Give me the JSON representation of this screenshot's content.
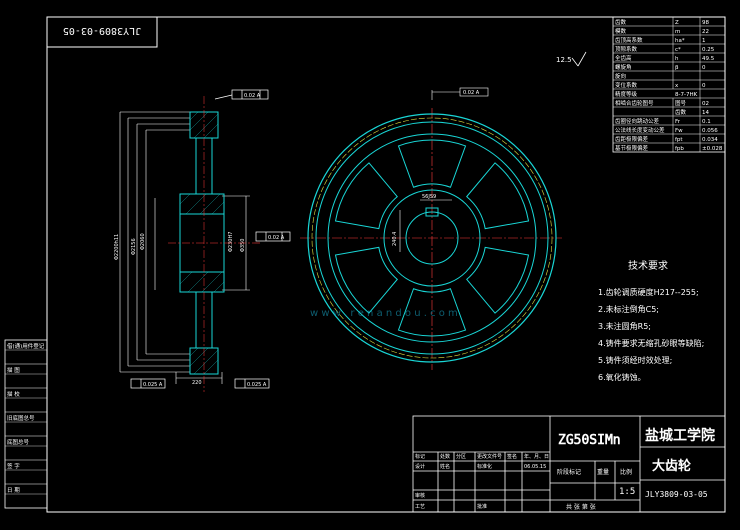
{
  "drawing_code_rotated": "JLY3809-03-05",
  "params_table": [
    {
      "name": "齿数",
      "sym": "Z",
      "val": "98"
    },
    {
      "name": "模数",
      "sym": "m",
      "val": "22"
    },
    {
      "name": "齿顶高系数",
      "sym": "ha*",
      "val": "1"
    },
    {
      "name": "顶隙系数",
      "sym": "c*",
      "val": "0.25"
    },
    {
      "name": "全齿高",
      "sym": "h",
      "val": "49.5"
    },
    {
      "name": "螺旋角",
      "sym": "β",
      "val": "0"
    },
    {
      "name": "旋向",
      "sym": "",
      "val": ""
    },
    {
      "name": "变位系数",
      "sym": "x",
      "val": "0"
    },
    {
      "name": "精度等级",
      "sym": "",
      "val": "8-7-7HK"
    },
    {
      "name": "相啮合齿轮图号",
      "sym": "图号",
      "val": "02"
    },
    {
      "name": "",
      "sym": "齿数",
      "val": "14"
    },
    {
      "name": "齿圈径向跳动公差",
      "sym": "Fr",
      "val": "0.1"
    },
    {
      "name": "公法线长度变动公差",
      "sym": "Fw",
      "val": "0.056"
    },
    {
      "name": "齿距极限偏差",
      "sym": "fpt",
      "val": "0.034"
    },
    {
      "name": "基节极限偏差",
      "sym": "fpb",
      "val": "±0.028"
    }
  ],
  "tech_req_title": "技术要求",
  "tech_req": [
    "1.齿轮调质硬度H217--255;",
    "2.未标注倒角C5;",
    "3.未注圆角R5;",
    "4.铸件要求无缩孔砂眼等缺陷;",
    "5.铸件须经时效处理;",
    "6.氧化铸蚀。"
  ],
  "title_block": {
    "material": "ZG50SIMn",
    "school": "盐城工学院",
    "part_name": "大齿轮",
    "drawing_no": "JLY3809-03-05",
    "scale": "1:5",
    "row_labels_1": [
      "标记",
      "处数",
      "分区",
      "更改文件号",
      "签名",
      "年、月、日"
    ],
    "row_labels_2": [
      "设计",
      "姓名",
      "",
      "标准化",
      "",
      "06.05.15"
    ],
    "row_labels_3": [
      "审核"
    ],
    "row_labels_4": [
      "工艺",
      "",
      "",
      "批准"
    ],
    "stage_labels": [
      "阶段标记",
      "重量",
      "比例"
    ],
    "sheet_text": "共   张   第   张"
  },
  "left_strip": [
    "借(通)用件登记",
    "描   图",
    "描   校",
    "旧底图总号",
    "底图总号",
    "签   字",
    "日   期"
  ],
  "watermark": "w w w . r e n a n d o u . c o m",
  "dim_labels": {
    "od": "Φ2200h11",
    "pitch": "Φ2156",
    "bore": "Φ230H7",
    "hub": "Φ350",
    "rim": "Φ2060",
    "width": "220",
    "tol1": "0.02 A",
    "tol2": "0.025 A",
    "keyway": "56JS9",
    "key_depth": "240.4"
  }
}
